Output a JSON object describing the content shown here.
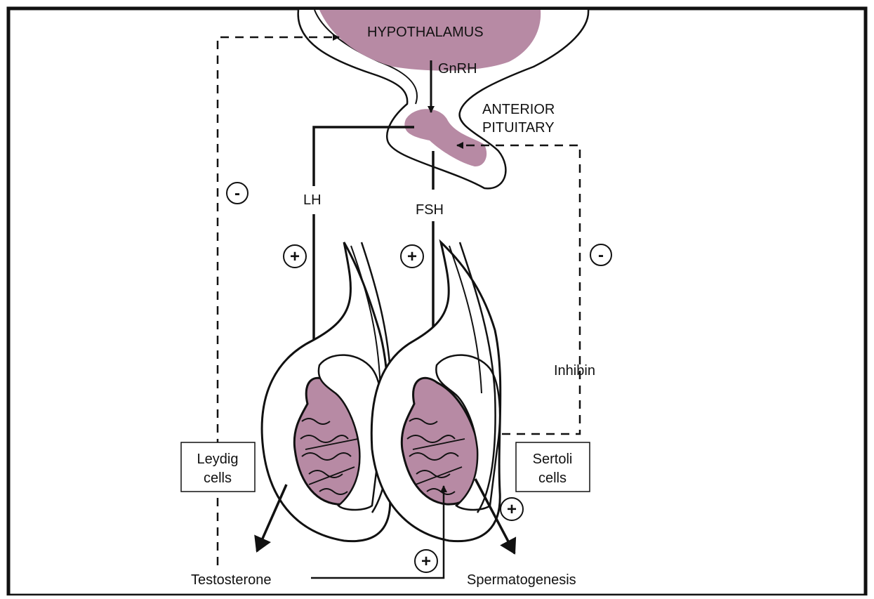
{
  "labels": {
    "hypothalamus": "HYPOTHALAMUS",
    "gnrh": "GnRH",
    "anterior_pituitary_line1": "ANTERIOR",
    "anterior_pituitary_line2": "PITUITARY",
    "lh": "LH",
    "fsh": "FSH",
    "inhibin": "Inhibin",
    "leydig_line1": "Leydig",
    "leydig_line2": "cells",
    "sertoli_line1": "Sertoli",
    "sertoli_line2": "cells",
    "testosterone": "Testosterone",
    "spermatogenesis": "Spermatogenesis"
  },
  "signs": {
    "minus": "-",
    "plus": "+"
  },
  "colors": {
    "tissue": "#b78aa4",
    "line": "#111111",
    "background": "#ffffff"
  }
}
